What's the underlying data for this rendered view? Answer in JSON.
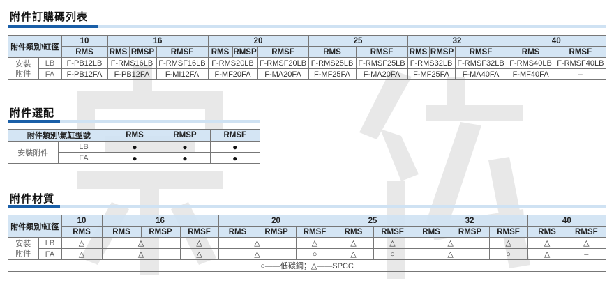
{
  "watermark": [
    "宗",
    "紘"
  ],
  "sections": {
    "order_codes": {
      "title": "附件訂購碼列表",
      "corner": "附件類別\\缸徑",
      "sizes": [
        "10",
        "16",
        "20",
        "25",
        "32",
        "40"
      ],
      "models": [
        "RMS",
        "RMS",
        "RMSP",
        "RMSF",
        "RMS",
        "RMSP",
        "RMSF",
        "RMS",
        "RMSF",
        "RMS",
        "RMSP",
        "RMSF",
        "RMS",
        "RMSF"
      ],
      "group_label": "安裝附件",
      "group_label_lines": [
        "安裝",
        "附件"
      ],
      "rows": {
        "LB": {
          "label": "LB",
          "cells": [
            "F-PB12LB",
            "F-RMS16LB",
            "F-RMSF16LB",
            "F-RMS20LB",
            "F-RMSF20LB",
            "F-RMS25LB",
            "F-RMSF25LB",
            "F-RMS32LB",
            "F-RMSF32LB",
            "F-RMS40LB",
            "F-RMSF40LB"
          ]
        },
        "FA": {
          "label": "FA",
          "cells": [
            "F-PB12FA",
            "F-PB12FA",
            "F-MI12FA",
            "F-MF20FA",
            "F-MA20FA",
            "F-MF25FA",
            "F-MA20FA",
            "F-MF25FA",
            "F-MA40FA",
            "F-MF40FA",
            "–"
          ]
        }
      }
    },
    "options": {
      "title": "附件選配",
      "corner": "附件類別\\氣缸型號",
      "models": [
        "RMS",
        "RMSP",
        "RMSF"
      ],
      "group_label": "安裝附件",
      "rows": [
        {
          "label": "LB",
          "cells": [
            "●",
            "●",
            "●"
          ]
        },
        {
          "label": "FA",
          "cells": [
            "●",
            "●",
            "●"
          ]
        }
      ]
    },
    "material": {
      "title": "附件材質",
      "corner": "附件類別\\缸徑",
      "sizes": [
        "10",
        "16",
        "20",
        "25",
        "32",
        "40"
      ],
      "models": [
        "RMS",
        "RMS",
        "RMSP",
        "RMSF",
        "RMS",
        "RMSP",
        "RMSF",
        "RMS",
        "RMSF",
        "RMS",
        "RMSP",
        "RMSF",
        "RMS",
        "RMSF"
      ],
      "group_label_lines": [
        "安裝",
        "附件"
      ],
      "rows": {
        "LB": {
          "label": "LB",
          "cells": [
            "△",
            "△",
            "△",
            "△",
            "△",
            "△",
            "△",
            "△",
            "△",
            "△",
            "△"
          ]
        },
        "FA": {
          "label": "FA",
          "cells": [
            "△",
            "△",
            "△",
            "△",
            "○",
            "△",
            "○",
            "△",
            "○",
            "△",
            "–"
          ]
        }
      },
      "legend": "○——低碳鋼；△——SPCC"
    }
  }
}
